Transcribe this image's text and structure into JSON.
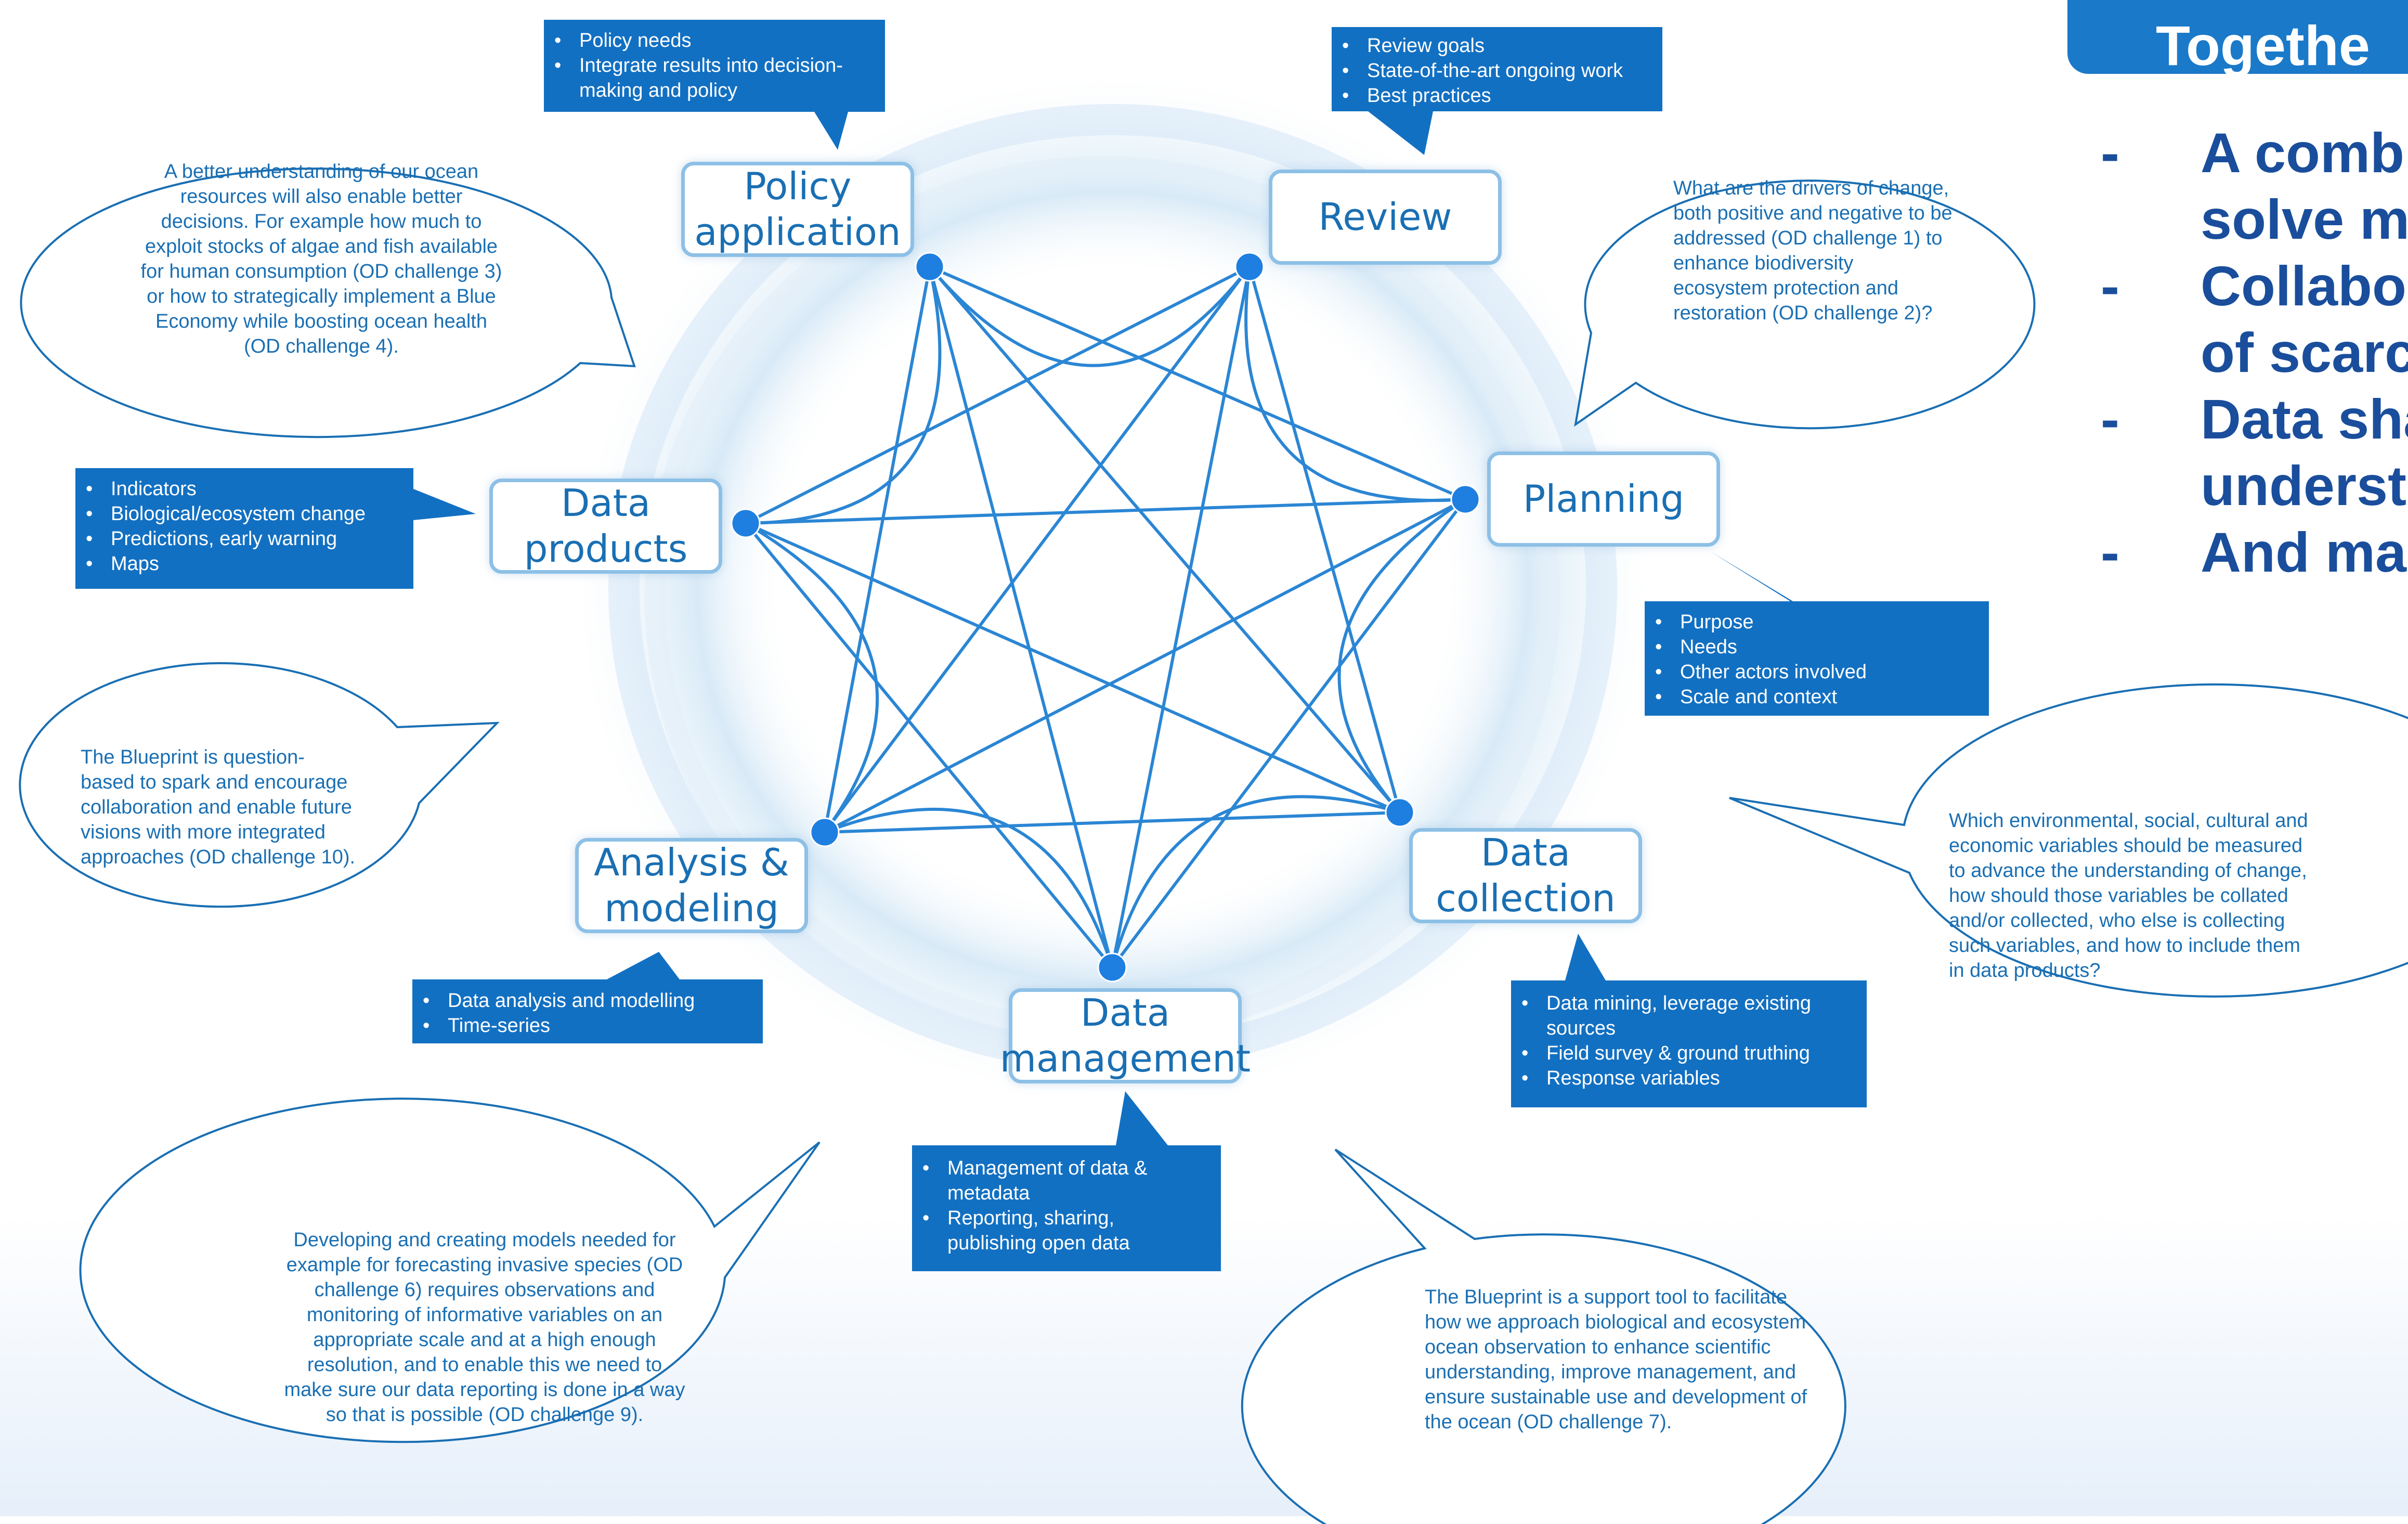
{
  "header": {
    "title_visible": "Togethe"
  },
  "side_points": [
    "A combi\nsolve m",
    "Collabor\nof scarc",
    "Data sha\nundersta",
    "And mar"
  ],
  "stages": {
    "policy_application": "Policy\napplication",
    "review": "Review",
    "planning": "Planning",
    "data_collection": "Data\ncollection",
    "data_management": "Data\nmanagement",
    "analysis_modeling": "Analysis &\nmodeling",
    "data_products": "Data\nproducts"
  },
  "callouts": {
    "policy_application": [
      "Policy needs",
      "Integrate results into decision-\nmaking and policy"
    ],
    "review": [
      "Review goals",
      "State-of-the-art ongoing work",
      "Best practices"
    ],
    "planning": [
      "Purpose",
      "Needs",
      "Other actors involved",
      "Scale and context"
    ],
    "data_collection": [
      "Data mining, leverage existing\nsources",
      "Field survey & ground truthing",
      "Response variables"
    ],
    "data_management": [
      "Management of data &\nmetadata",
      "Reporting, sharing,\npublishing open data"
    ],
    "analysis_modeling": [
      "Data analysis and modelling",
      "Time-series"
    ],
    "data_products": [
      "Indicators",
      "Biological/ecosystem change",
      "Predictions, early warning",
      "Maps"
    ]
  },
  "bubbles": {
    "ocean_resources": "A better understanding of our ocean\nresources will also enable better\ndecisions. For example how much to\nexploit stocks of algae and fish available\nfor human consumption (OD challenge 3)\nor how to strategically implement a Blue\nEconomy while boosting ocean health\n(OD challenge 4).",
    "drivers_of_change": "What are the drivers of change,\nboth positive and negative to be\naddressed (OD challenge 1) to\nenhance biodiversity\necosystem protection and\nrestoration (OD challenge 2)?",
    "question_based": "The Blueprint is question-\nbased to spark and encourage\ncollaboration and enable future\nvisions with more integrated\napproaches (OD challenge 10).",
    "variables": "Which environmental, social, cultural and\neconomic variables should be measured\nto advance the understanding of change,\nhow should those variables be collated\nand/or collected, who else is collecting\nsuch variables, and how to include them\nin data products?",
    "models": "Developing and creating models needed for\nexample for forecasting invasive species (OD\nchallenge 6) requires observations and\nmonitoring of informative variables on an\nappropriate scale and at a high enough\nresolution, and to enable this we need to\nmake sure our data reporting is done in a way\nso that is possible (OD challenge 9).",
    "support_tool": "The Blueprint is a support tool to facilitate\nhow we approach biological and ecosystem\nocean observation to enhance scientific\nunderstanding, improve management, and\nensure sustainable use and development of\nthe ocean (OD challenge 7)."
  },
  "colors": {
    "node": "#1e7fe0",
    "edge": "#2b86d4",
    "callout_fill": "#1270c2",
    "bubble_text": "#1a6fb3",
    "box_border": "#8dc0e6",
    "side_text": "#1a4e9c",
    "header_fill": "#1b79c9"
  }
}
